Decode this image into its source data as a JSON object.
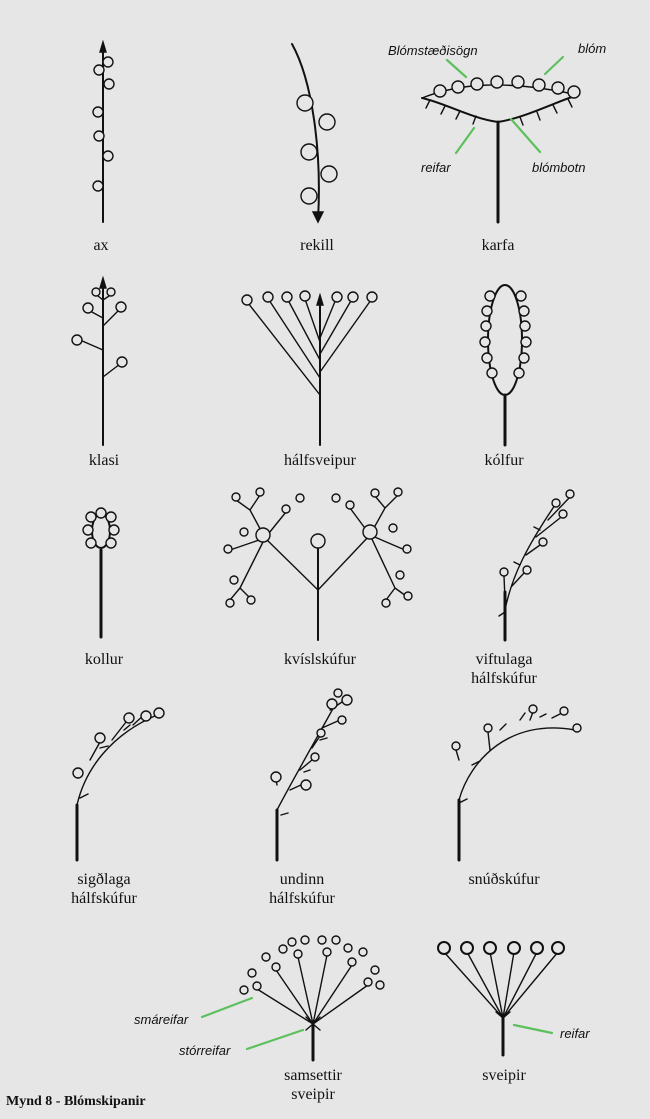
{
  "labels": {
    "ax": "ax",
    "rekill": "rekill",
    "karfa": "karfa",
    "klasi": "klasi",
    "halfsveipur": "hálfsveipur",
    "kolfur": "kólfur",
    "kollur": "kollur",
    "kvislskufur": "kvíslskúfur",
    "viftulaga_1": "viftulaga",
    "viftulaga_2": "hálfskúfur",
    "sigdlaga_1": "sigðlaga",
    "sigdlaga_2": "hálfskúfur",
    "undinn_1": "undinn",
    "undinn_2": "hálfskúfur",
    "snudskufur": "snúðskúfur",
    "samsettir_1": "samsettir",
    "samsettir_2": "sveipir",
    "sveipir": "sveipir"
  },
  "annotations": {
    "blomstaedisogn": "Blómstæðisögn",
    "blom": "blóm",
    "reifar_karfa": "reifar",
    "blombotn": "blómbotn",
    "smareifar": "smáreifar",
    "storreifar": "stórreifar",
    "reifar_sveipir": "reifar"
  },
  "caption": "Mynd 8 - Blómskipanir",
  "colors": {
    "background": "#e6e6e7",
    "ink": "#111111",
    "pointer": "#5cc05c"
  }
}
